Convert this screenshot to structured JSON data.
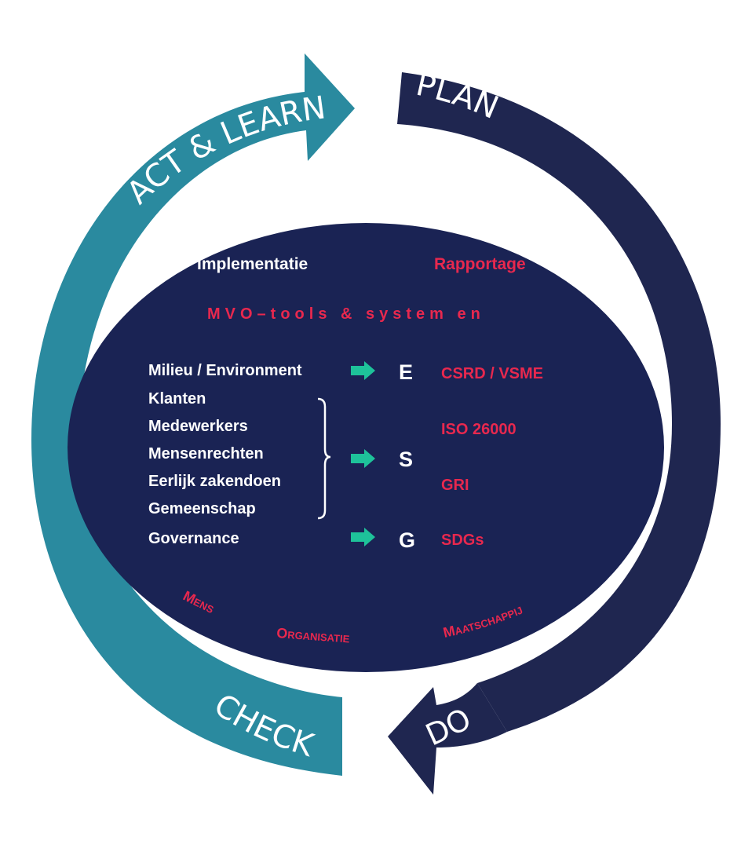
{
  "cycle": {
    "act_learn": "ACT & LEARN",
    "plan": "PLAN",
    "check": "CHECK",
    "do": "DO"
  },
  "ellipse": {
    "implementatie": "Implementatie",
    "rapportage": "Rapportage",
    "tools": "MVO–tools & system en",
    "items": [
      "Milieu / Environment",
      "Klanten",
      "Medewerkers",
      "Mensenrechten",
      "Eerlijk zakendoen",
      "Gemeenschap",
      "Governance"
    ],
    "letters": {
      "e": "E",
      "s": "S",
      "g": "G"
    },
    "standards": [
      "CSRD / VSME",
      "ISO 26000",
      "GRI",
      "SDGs"
    ],
    "bottom": {
      "mens": "Mens",
      "organisatie": "Organisatie",
      "maatschappij": "Maatschappij"
    }
  },
  "colors": {
    "teal": "#2a8a9f",
    "navy": "#1f2650",
    "ellipse": "#1a2354",
    "pink": "#e8284e",
    "green_arrow": "#1ec29a"
  }
}
